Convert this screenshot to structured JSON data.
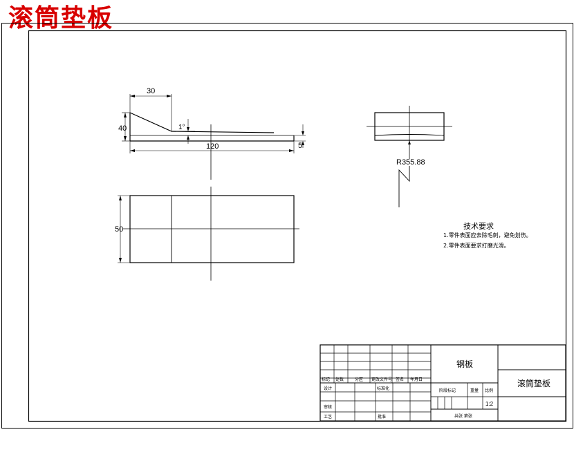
{
  "header": {
    "title": "滚筒垫板"
  },
  "dimensions": {
    "top_length": "30",
    "height": "40",
    "angle": "1°",
    "total_length": "120",
    "thickness": "5",
    "width": "50",
    "radius": "R355.88"
  },
  "tech_requirements": {
    "heading": "技术要求",
    "items": [
      "1.零件表面应去除毛刺，避免划伤。",
      "2.零件表面要求打磨光滑。"
    ]
  },
  "title_block": {
    "material": "钢板",
    "part_name": "滚筒垫板",
    "scale_value": "1:2",
    "row_labels": [
      "标记",
      "处数",
      "分区",
      "更改文件号",
      "签名",
      "年月日"
    ],
    "designer": "设计",
    "standardization": "标准化",
    "stage_mark": "阶段标记",
    "weight": "重量",
    "scale": "比例",
    "checker": "审核",
    "process": "工艺",
    "approve": "批准",
    "sheet": "共张 第张"
  }
}
